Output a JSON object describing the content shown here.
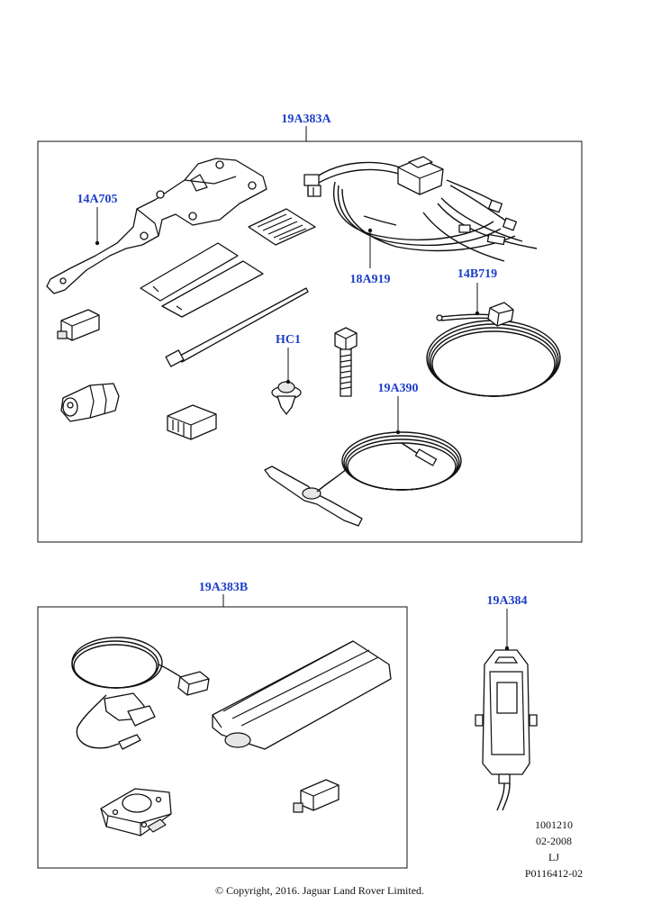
{
  "callouts": {
    "kit_a": "19A383A",
    "bracket": "14A705",
    "harness": "18A919",
    "cable_14b719": "14B719",
    "clip": "HC1",
    "antenna": "19A390",
    "kit_b": "19A383B",
    "handset": "19A384"
  },
  "meta": {
    "line1": "1001210",
    "line2": "02-2008",
    "line3": "LJ",
    "line4": "P0116412-02"
  },
  "copyright": "© Copyright, 2016. Jaguar Land Rover Limited."
}
